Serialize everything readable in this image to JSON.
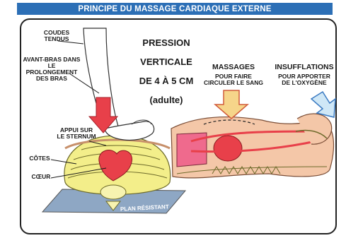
{
  "title": "PRINCIPE DU MASSAGE CARDIAQUE EXTERNE",
  "labels": {
    "coudes_tendus": "COUDES\nTENDUS",
    "avant_bras": "AVANT-BRAS DANS\nLE PROLONGEMENT\nDES BRAS",
    "pression_line1": "PRESSION",
    "pression_line2": "VERTICALE",
    "pression_line3": "DE 4 À 5 CM",
    "pression_line4": "(adulte)",
    "appui": "APPUI SUR\nLE STERNUM",
    "cotes": "CÔTES",
    "coeur": "CŒUR",
    "plan": "PLAN RÉSISTANT",
    "massages": "MASSAGES",
    "massages_sub": "POUR FAIRE\nCIRCULER LE SANG",
    "insufflations": "INSUFFLATIONS",
    "insufflations_sub": "POUR APPORTER\nDE L'OXYGÈNE"
  },
  "colors": {
    "title_bg": "#2c6fb6",
    "title_text": "#ffffff",
    "press_arrow": "#e8404a",
    "massage_arrow": "#f6d58a",
    "insufflation_arrow": "#cfe7f6",
    "bone": "#f3ee8a",
    "heart": "#e8404a",
    "skin": "#f4c7a8",
    "plan": "#8ea7c4"
  }
}
